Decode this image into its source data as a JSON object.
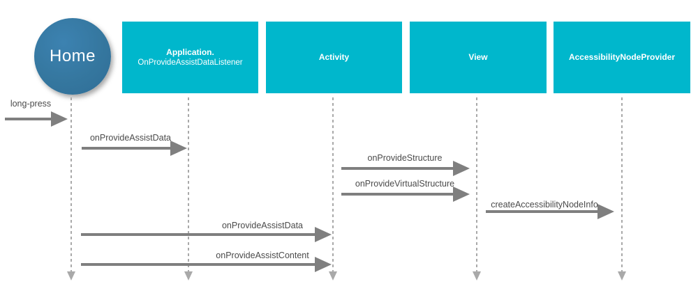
{
  "diagram": {
    "type": "sequence-diagram",
    "actor": {
      "label": "Home"
    },
    "participants": [
      {
        "id": "application",
        "title": "Application.",
        "subtitle": "OnProvideAssistDataListener"
      },
      {
        "id": "activity",
        "title": "Activity"
      },
      {
        "id": "view",
        "title": "View"
      },
      {
        "id": "accessibility-node-provider",
        "title": "AccessibilityNodeProvider"
      }
    ],
    "messages": [
      {
        "label": "long-press",
        "from": "user",
        "to": "home"
      },
      {
        "label": "onProvideAssistData",
        "from": "home",
        "to": "application"
      },
      {
        "label": "onProvideStructure",
        "from": "activity",
        "to": "view"
      },
      {
        "label": "onProvideVirtualStructure",
        "from": "activity",
        "to": "view"
      },
      {
        "label": "createAccessibilityNodeInfo",
        "from": "view",
        "to": "accessibility-node-provider"
      },
      {
        "label": "onProvideAssistData",
        "from": "home",
        "to": "activity"
      },
      {
        "label": "onProvideAssistContent",
        "from": "home",
        "to": "activity"
      }
    ],
    "colors": {
      "participant_fill": "#00b7cc",
      "actor_fill": "#35779f",
      "arrow": "#7f7f7f",
      "lifeline": "#a9a9a9",
      "label_text": "#4a4a4a",
      "participant_text": "#ffffff"
    }
  }
}
